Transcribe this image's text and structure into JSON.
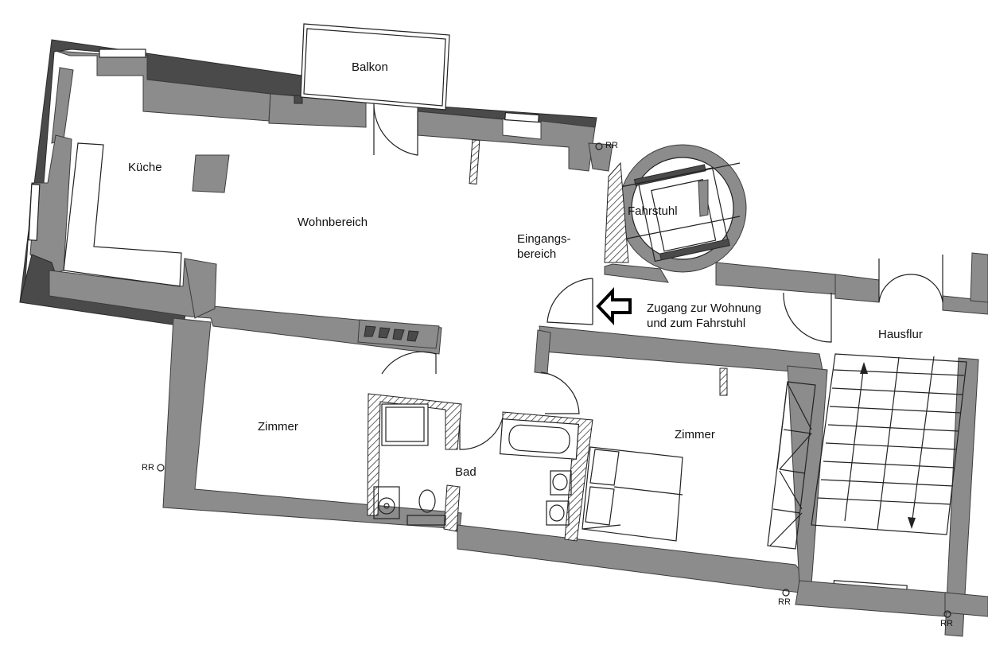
{
  "rooms": {
    "balkon": "Balkon",
    "kueche": "Küche",
    "wohnbereich": "Wohnbereich",
    "eingang_line1": "Eingangs-",
    "eingang_line2": "bereich",
    "fahrstuhl": "Fahrstuhl",
    "zugang_line1": "Zugang zur Wohnung",
    "zugang_line2": "und zum Fahrstuhl",
    "hausflur": "Hausflur",
    "zimmer_left": "Zimmer",
    "bad": "Bad",
    "zimmer_right": "Zimmer"
  },
  "markers": {
    "rr_top": "RR",
    "rr_left": "RR",
    "rr_bottom": "RR",
    "rr_bottom_right": "RR"
  },
  "colors": {
    "wall": "#8c8c8c",
    "wall_dark": "#4a4a4a",
    "line": "#222222"
  }
}
